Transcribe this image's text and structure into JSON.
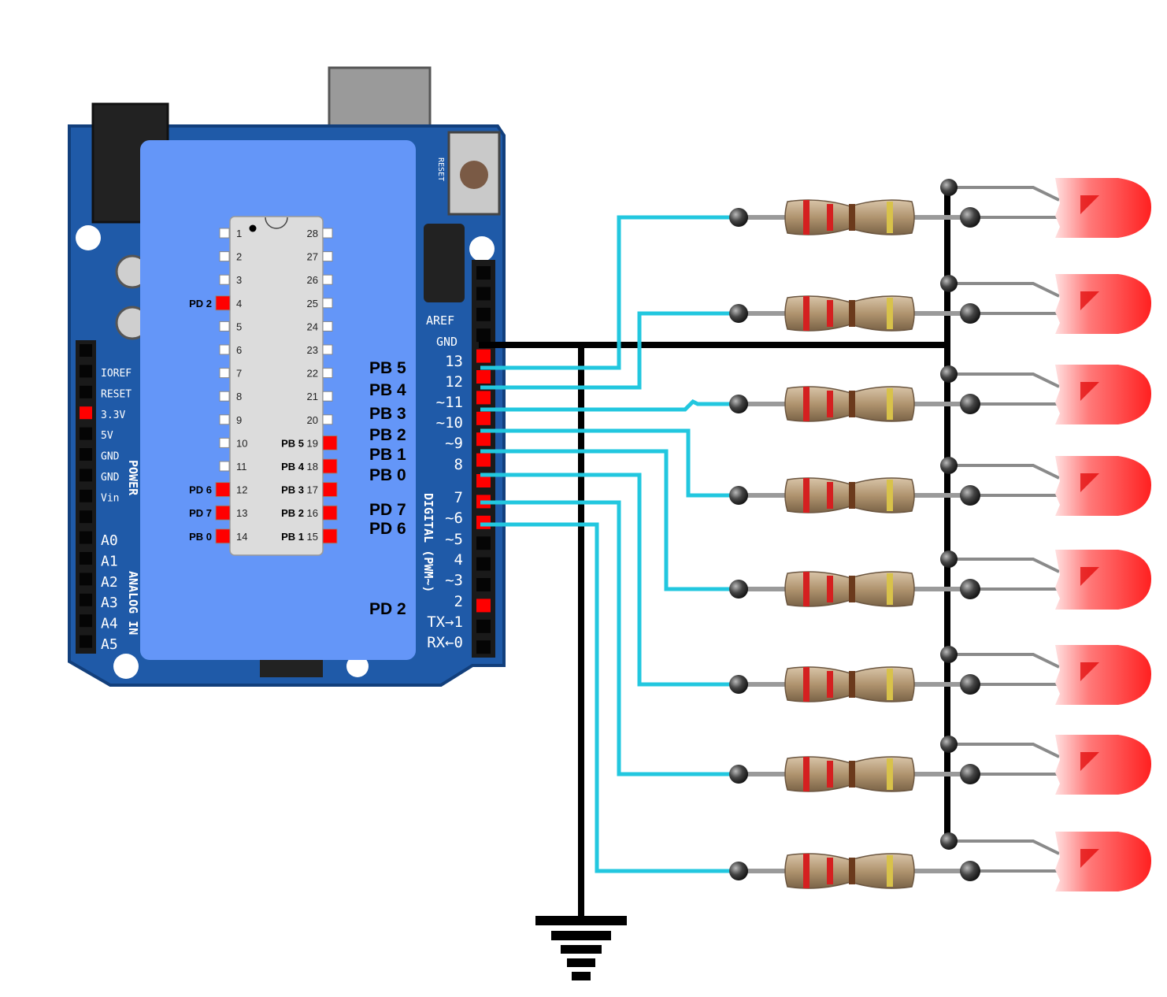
{
  "colors": {
    "board": "#1f5aa8",
    "board_dark": "#123f7c",
    "overlay": "#6496f8",
    "chip": "#dcdcdc",
    "wire": "#22c7df",
    "ground_wire": "#000000",
    "highlight_pin": "#ff0000",
    "led": "#ff3b3b",
    "resistor_body": "#b49a7a"
  },
  "board": {
    "power_labels": [
      "IOREF",
      "RESET",
      "3.3V",
      "5V",
      "GND",
      "GND",
      "Vin"
    ],
    "power_title": "POWER",
    "analog_labels": [
      "A0",
      "A1",
      "A2",
      "A3",
      "A4",
      "A5"
    ],
    "analog_title": "ANALOG IN",
    "aref_label": "AREF",
    "gnd_label": "GND",
    "digital_labels": [
      "13",
      "12",
      "~11",
      "~10",
      "~9",
      "8",
      "7",
      "~6",
      "~5",
      "4",
      "~3",
      "2",
      "TX→1",
      "RX←0"
    ],
    "digital_title": "DIGITAL (PWM~)",
    "reset_label": "RESET"
  },
  "chip": {
    "left_pins": [
      "1",
      "2",
      "3",
      "4",
      "5",
      "6",
      "7",
      "8",
      "9",
      "10",
      "11",
      "12",
      "13",
      "14"
    ],
    "right_pins": [
      "28",
      "27",
      "26",
      "25",
      "24",
      "23",
      "22",
      "21",
      "20",
      "19",
      "18",
      "17",
      "16",
      "15"
    ],
    "left_port_labels": {
      "4": "PD 2",
      "12": "PD 6",
      "13": "PD 7",
      "14": "PB 0"
    },
    "right_port_labels": {
      "19": "PB 5",
      "18": "PB 4",
      "17": "PB 3",
      "16": "PB 2",
      "15": "PB 1"
    }
  },
  "header_port_labels": [
    {
      "text": "PB 5",
      "pin": "13"
    },
    {
      "text": "PB 4",
      "pin": "12"
    },
    {
      "text": "PB 3",
      "pin": "~11"
    },
    {
      "text": "PB 2",
      "pin": "~10"
    },
    {
      "text": "PB 1",
      "pin": "~9"
    },
    {
      "text": "PB 0",
      "pin": "8"
    },
    {
      "text": "PD 7",
      "pin": "7"
    },
    {
      "text": "PD 6",
      "pin": "~6"
    },
    {
      "text": "PD 2",
      "pin": "2"
    }
  ],
  "led_count": 8,
  "resistor_count": 8
}
